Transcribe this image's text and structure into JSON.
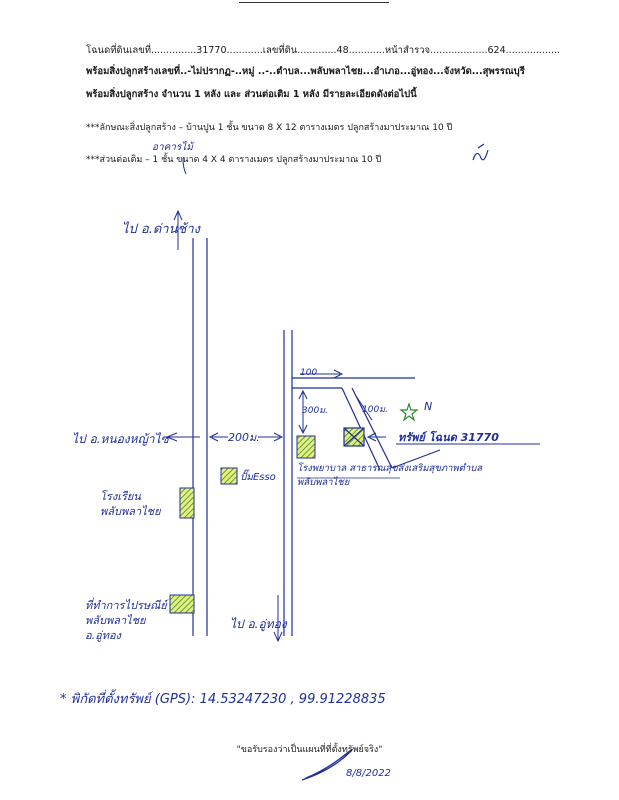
{
  "header": {
    "deed_label": "โฉนดที่ดินเลขที่",
    "deed_no": "31770",
    "land_no_label": "เลขที่ดิน",
    "land_no": "48",
    "survey_page_label": "หน้าสำรวจ",
    "survey_page": "624"
  },
  "line2": "พร้อมสิ่งปลูกสร้างเลขที่..-ไม่ปรากฏ-..หมู่ ..-..ตำบล...พลับพลาไชย...อำเภอ...อู่ทอง...จังหวัด...สุพรรณบุรี",
  "line3": "พร้อมสิ่งปลูกสร้าง จำนวน  1  หลัง และ ส่วนต่อเติม 1 หลัง  มีรายละเอียดดังต่อไปนี้",
  "note1": "***ลักษณะสิ่งปลูกสร้าง – บ้านปูน 1 ชั้น ขนาด 8 X 12 ตารางเมตร ปลูกสร้างมาประมาณ 10 ปี",
  "note2": "***ส่วนต่อเติม –                1 ชั้น ขนาด 4 X 4 ตารางเมตร ปลูกสร้างมาประมาณ 10 ปี",
  "note2_handwritten": "อาคารไม้",
  "map": {
    "to_dan_chang": "ไป อ.ด่านช้าง",
    "to_nong_ya_sai": "ไป อ.หนองหญ้าไซ",
    "to_u_thong": "ไป อ.อู่ทอง",
    "dist_200": "200ม.",
    "dist_100": "100",
    "dist_300": "300ม.",
    "dist_100b": "100ม.",
    "esso": "ปั๊มEsso",
    "school": "โรงเรียน พลับพลาไชย",
    "district_office": "ที่ทำการไปรษณีย์ พลับพลาไชย อ.อู่ทอง",
    "hospital": "โรงพยาบาล สาธารณสุขส่งเสริมสุขภาพตำบลพลับพลาไชย",
    "property_label": "ทรัพย์ โฉนด 31770",
    "north": "N"
  },
  "gps_note": "* พิกัดที่ตั้งทรัพย์ (GPS): 14.53247230 , 99.91228835",
  "footer_text": "\"ขอรับรองว่าเป็นแผนที่ที่ตั้งทรัพย์จริง\"",
  "date": "8/8/2022"
}
